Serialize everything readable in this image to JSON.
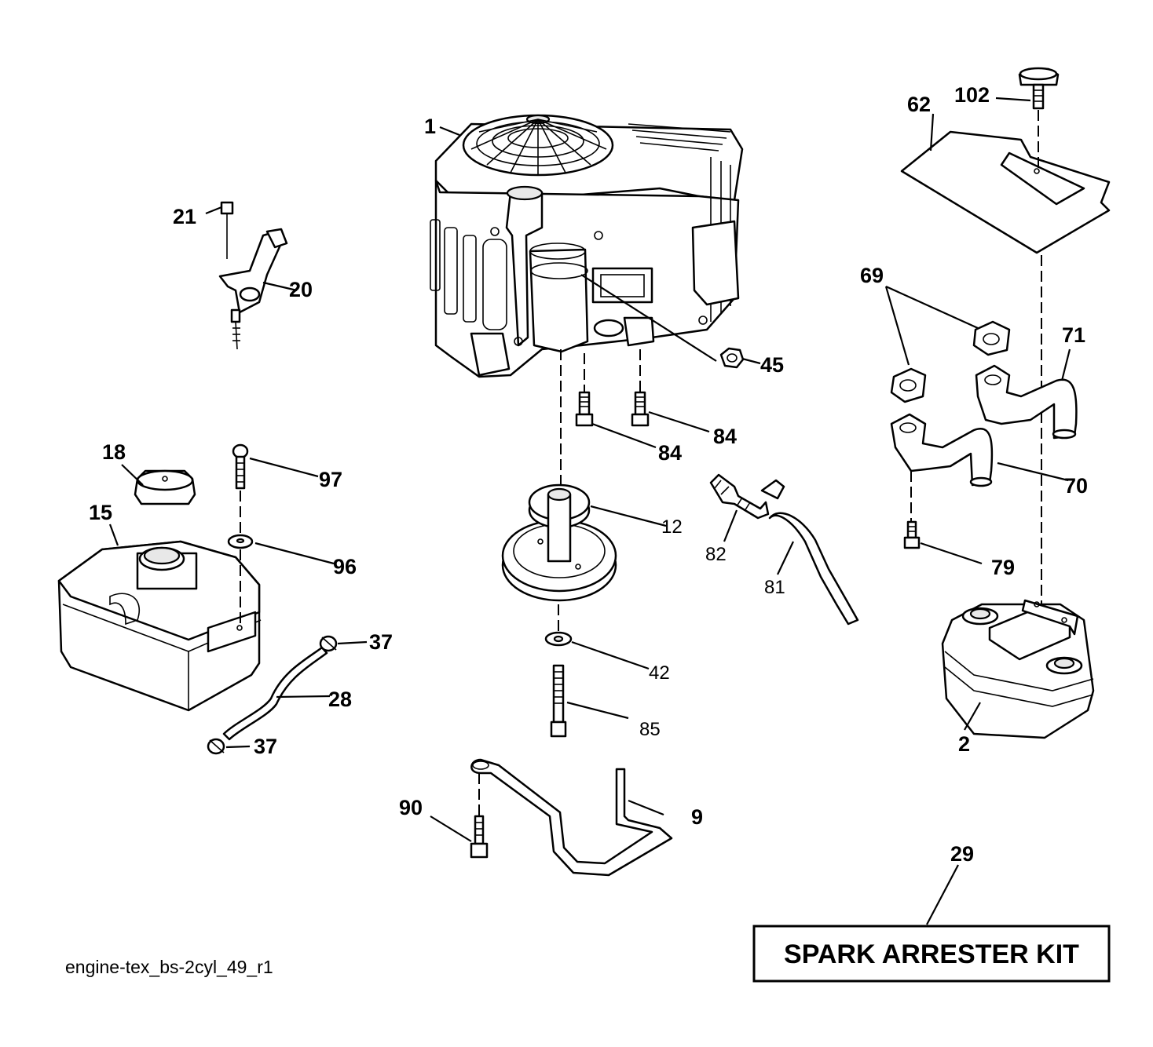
{
  "diagram": {
    "drawing_id": "engine-tex_bs-2cyl_49_r1",
    "kit_label": "SPARK ARRESTER KIT",
    "labels": {
      "p1": "1",
      "p2": "2",
      "p9": "9",
      "p12": "12",
      "p15": "15",
      "p18": "18",
      "p20": "20",
      "p21": "21",
      "p28": "28",
      "p29": "29",
      "p37a": "37",
      "p37b": "37",
      "p42": "42",
      "p45": "45",
      "p62": "62",
      "p69": "69",
      "p70": "70",
      "p71": "71",
      "p79": "79",
      "p81": "81",
      "p82": "82",
      "p84a": "84",
      "p84b": "84",
      "p85": "85",
      "p90": "90",
      "p96": "96",
      "p97": "97",
      "p102": "102"
    }
  }
}
